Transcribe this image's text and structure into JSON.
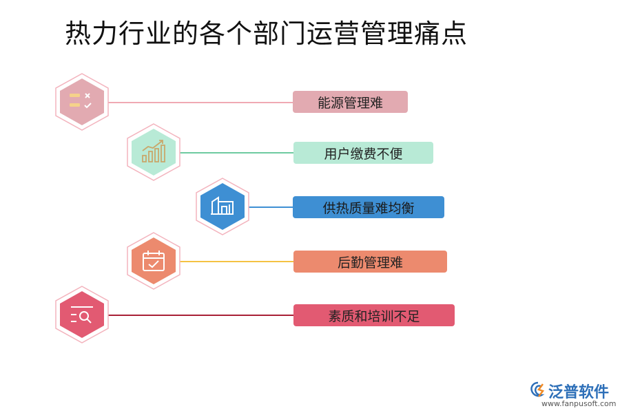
{
  "title": "热力行业的各个部门运营管理痛点",
  "items": [
    {
      "label": "能源管理难",
      "icon": "checklist-icon",
      "color": "#e2aab1"
    },
    {
      "label": "用户缴费不便",
      "icon": "bar-chart-growth-icon",
      "color": "#b8ead6"
    },
    {
      "label": "供热质量难均衡",
      "icon": "building-icon",
      "color": "#3e8fd3"
    },
    {
      "label": "后勤管理难",
      "icon": "calendar-check-icon",
      "color": "#ec8a6e"
    },
    {
      "label": "素质和培训不足",
      "icon": "search-list-icon",
      "color": "#e25a72"
    }
  ],
  "logo": {
    "name": "泛普软件",
    "url": "www.fanpusoft.com"
  }
}
